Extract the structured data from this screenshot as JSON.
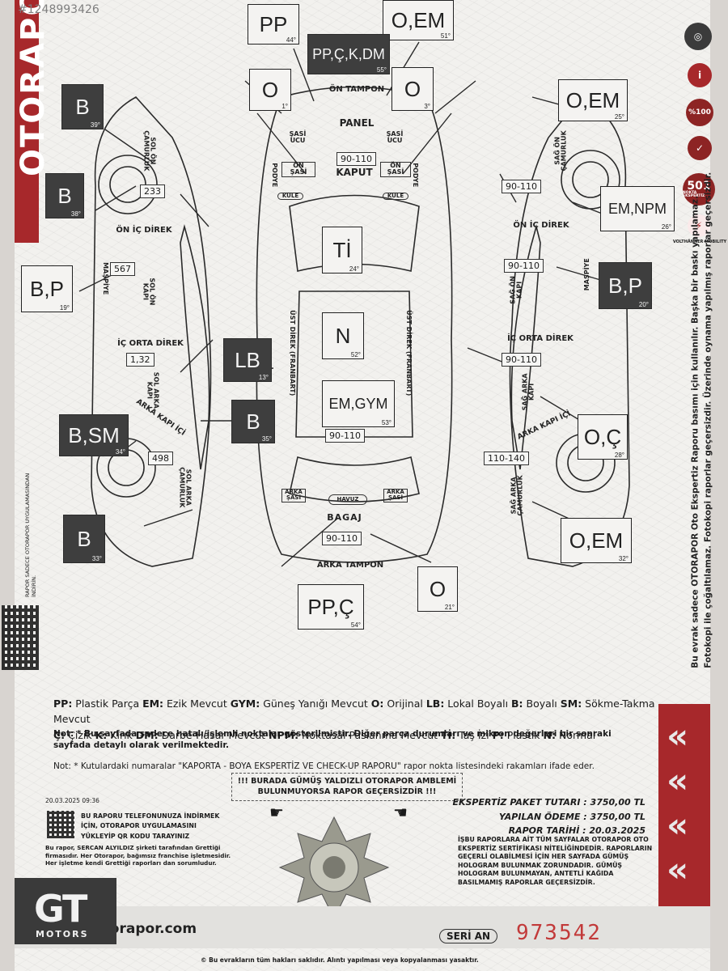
{
  "watermark_id": "#1248993426",
  "brand": "OTORAPOR",
  "labels": {
    "pp_front": {
      "code": "PP",
      "num": "44°"
    },
    "oem_front": {
      "code": "O,EM",
      "num": "51°"
    },
    "ppckdm": {
      "code": "PP,Ç,K,DM",
      "num": "55°"
    },
    "o_1": {
      "code": "O",
      "num": "1°"
    },
    "o_3": {
      "code": "O",
      "num": "3°"
    },
    "b_39": {
      "code": "B",
      "num": "39°"
    },
    "b_38": {
      "code": "B",
      "num": "38°"
    },
    "bp_19": {
      "code": "B,P",
      "num": "19°"
    },
    "lb_13": {
      "code": "LB",
      "num": "13°"
    },
    "bsm_34": {
      "code": "B,SM",
      "num": "34°"
    },
    "b_35": {
      "code": "B",
      "num": "35°"
    },
    "b_33": {
      "code": "B",
      "num": "33°"
    },
    "ti_24": {
      "code": "Tİ",
      "num": "24°"
    },
    "n_52": {
      "code": "N",
      "num": "52°"
    },
    "emgym_53": {
      "code": "EM,GYM",
      "num": "53°"
    },
    "ppc_54": {
      "code": "PP,Ç",
      "num": "54°"
    },
    "o_21": {
      "code": "O",
      "num": "21°"
    },
    "oem_25": {
      "code": "O,EM",
      "num": "25°"
    },
    "emnpm_26": {
      "code": "EM,NPM",
      "num": "26°"
    },
    "bp_20": {
      "code": "B,P",
      "num": "20°"
    },
    "oc_28": {
      "code": "O,Ç",
      "num": "28°"
    },
    "oem_32": {
      "code": "O,EM",
      "num": "32°"
    }
  },
  "microns": {
    "left_fender": "233",
    "left_front_door": "567",
    "left_rear_door": "1,32",
    "left_rear_fender": "498",
    "hood": "90-110",
    "roof": "90-110",
    "trunk": "90-110",
    "right_fender": "90-110",
    "right_front_door": "90-110",
    "right_rear_door": "90-110",
    "right_rear_fender": "110-140"
  },
  "parts": {
    "on_tampon": "ÖN TAMPON",
    "panel": "PANEL",
    "kaput": "KAPUT",
    "sasi_ucu_l": "ŞASİ\nUCU",
    "sasi_ucu_r": "ŞASİ\nUCU",
    "on_sasi_l": "ÖN\nŞASİ",
    "on_sasi_r": "ÖN\nŞASİ",
    "podye_l": "PODYE",
    "podye_r": "PODYE",
    "kule_l": "KULE",
    "kule_r": "KULE",
    "ust_direk_l": "ÜST DİREK (FRANBART)",
    "ust_direk_r": "ÜST DİREK (FRANBART)",
    "arka_sasi_l": "ARKA\nŞASİ",
    "arka_sasi_r": "ARKA\nŞASİ",
    "havuz": "HAVUZ",
    "bagaj": "BAGAJ",
    "arka_tampon": "ARKA TAMPON",
    "sol_on_camurluk": "SOL ÖN\nÇAMURLUK",
    "on_ic_direk_l": "ÖN İÇ DİREK",
    "maspiye_l": "MAŞPİYE",
    "sol_on_kapi": "SOL ÖN\nKAPI",
    "ic_orta_direk_l": "İÇ ORTA DİREK",
    "sol_arka_kapi": "SOL ARKA\nKAPI",
    "arka_kapi_ici_l": "ARKA KAPI İÇİ",
    "sol_arka_camurluk": "SOL ARKA\nÇAMURLUK",
    "sag_on_camurluk": "SAĞ ÖN\nÇAMURLUK",
    "on_ic_direk_r": "ÖN İÇ DİREK",
    "maspiye_r": "MAŞPİYE",
    "sag_on_kapi": "SAĞ ÖN\nKAPI",
    "ic_orta_direk_r": "İÇ ORTA DİREK",
    "sag_arka_kapi": "SAĞ ARKA\nKAPI",
    "arka_kapi_ici_r": "ARKA KAPI İÇİ",
    "sag_arka_camurluk": "SAĞ ARKA\nÇAMURLUK"
  },
  "legend": {
    "line1": [
      {
        "k": "PP:",
        "v": " Plastik Parça "
      },
      {
        "k": "EM:",
        "v": " Ezik Mevcut "
      },
      {
        "k": "GYM:",
        "v": " Güneş Yanığı Mevcut "
      },
      {
        "k": "O:",
        "v": " Orijinal "
      },
      {
        "k": "LB:",
        "v": " Lokal Boyalı "
      },
      {
        "k": "B:",
        "v": " Boyalı "
      },
      {
        "k": "SM:",
        "v": " Sökme-Takma Mevcut"
      }
    ],
    "line2": [
      {
        "k": "Ç:",
        "v": " Çizik "
      },
      {
        "k": "K:",
        "v": " Kırık "
      },
      {
        "k": "DM:",
        "v": " Darbe-Hasar Mevcut "
      },
      {
        "k": "NPM:",
        "v": " Noktasal Paslanma Mevcut "
      },
      {
        "k": "Tİ:",
        "v": " Taş İzi "
      },
      {
        "k": "P:",
        "v": " Plastik "
      },
      {
        "k": "N:",
        "v": " Normal"
      }
    ]
  },
  "notes": {
    "note1": "Not: * Bu sayfada sadece hatalı/işlemli noktalar gösterilmiştir. Diğer parça durumları ve mikron değerleri bir sonraki sayfada detaylı olarak verilmektedir.",
    "note2": "Not: * Kutulardaki numaralar \"KAPORTA - BOYA EKSPERTİZ VE CHECK-UP RAPORU\" rapor nokta listesindeki rakamları ifade eder.",
    "warning": "!!! BURADA GÜMÜŞ YALDIZLI OTORAPOR AMBLEMİ BULUNMUYORSA RAPOR GEÇERSİZDİR !!!"
  },
  "totals": {
    "paket_label": "EKSPERTİZ PAKET TUTARI :",
    "paket_value": "3750,00 TL",
    "odeme_label": "YAPILAN ÖDEME :",
    "odeme_value": "3750,00 TL",
    "tarih_label": "RAPOR TARİHİ :",
    "tarih_value": "20.03.2025"
  },
  "cert_note": "İŞBU RAPORLARA AİT TÜM SAYFALAR OTORAPOR OTO EKSPERTİZ SERTİFİKASI NİTELİĞİNDEDİR. RAPORLARIN GEÇERLİ OLABİLMESİ İÇİN HER SAYFADA GÜMÜŞ HOLOGRAM BULUNMAK ZORUNDADIR. GÜMÜŞ HOLOGRAM BULUNMAYAN, ANTETLİ KAĞIDA BASILMAMIŞ RAPORLAR GEÇERSİZDİR.",
  "qr_note": "BU RAPORU TELEFONUNUZA İNDİRMEK İÇİN, OTORAPOR UYGULAMASINI YÜKLEYİP QR KODU TARAYINIZ",
  "date_stamp": "20.03.2025 09:36",
  "franchise_note": "Bu rapor, SERCAN ALYILDIZ şirketi tarafından Grettiği firmasıdır. Her Otorapor, bağımsız franchise işletmesidir. Her işletme kendi Grettiği raporları dan sorumludur.",
  "site_url": "otorapor.com",
  "seri_label": "SERİ AN",
  "serial_no": "973542",
  "copyright": "© Bu evrakların tüm hakları saklıdır. Alıntı yapılması veya kopyalanması yasaktır.",
  "right_vertical": {
    "line1": "Bu evrak sadece OTORAPOR Oto Ekspertiz Raporu basımı için kullanılır. Başka bir baskı yapılamaz.",
    "line2": "Fotokopi ile çoğaltılamaz. Fotokopi raporlar geçersizdir. Üzerinde oynama yapılmış raporlar geçersizdir."
  },
  "left_vertical_note": "RAPOR SADECE OTORAPOR UYGULAMASINDAN İNDİRİN.",
  "badges": {
    "b501": "501",
    "b501_sub": "NOKTA EKSPERTİZ",
    "b100": "%100",
    "volt": "VOLTHÄNNER MOBILITY"
  },
  "gt_logo": {
    "letters": "GT",
    "motors": "MOTORS"
  },
  "colors": {
    "brand_red": "#a7282b",
    "serial_red": "#c23a3a",
    "dark_label": "#3e3e3e"
  }
}
